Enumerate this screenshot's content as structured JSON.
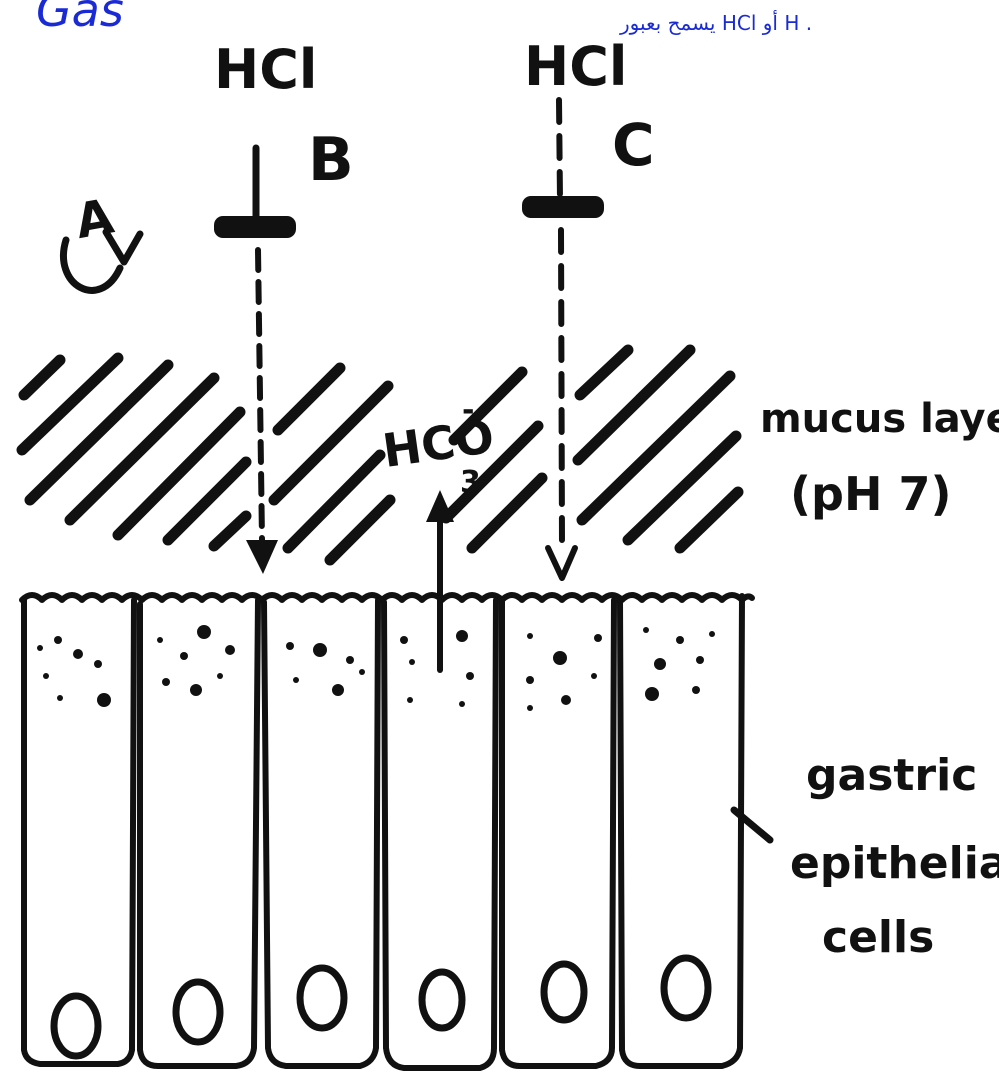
{
  "annotation": {
    "top_left": "Gas",
    "top_right": "يسمح بعبور HCl أو H ."
  },
  "labels": {
    "hcl_left": "HCl",
    "hcl_right": "HCl",
    "b": "B",
    "c": "C",
    "a": "A",
    "hco3": "HCO",
    "hco3_sub": "3",
    "hco3_sup": "-",
    "mucus_line1": "mucus layer",
    "mucus_line2": "(pH 7)",
    "gastric_line1": "gastric",
    "gastric_line2": "epithelial",
    "gastric_line3": "cells"
  },
  "colors": {
    "ink": "#111111",
    "annotation": "#1a2bd6"
  }
}
